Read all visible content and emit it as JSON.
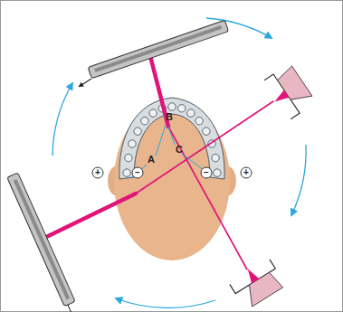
{
  "diagram": {
    "labels": [
      "B",
      "A",
      "C",
      "+",
      "−",
      "−",
      "+"
    ]
  }
}
